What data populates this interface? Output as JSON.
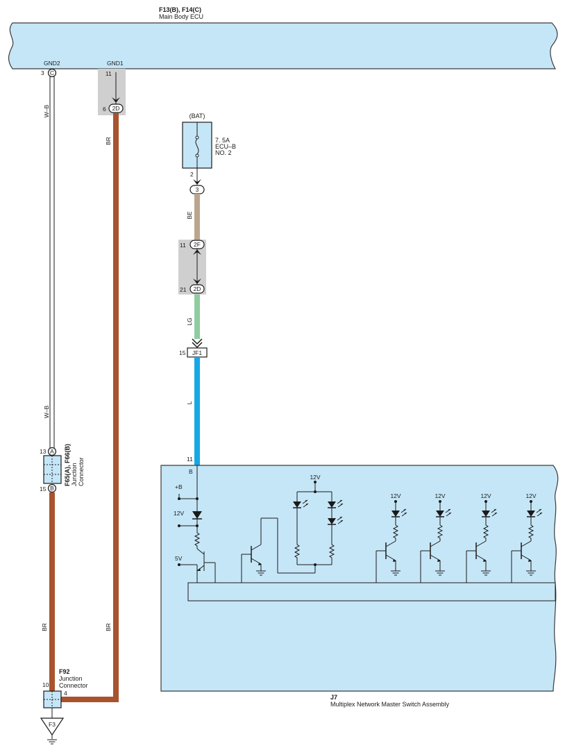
{
  "ecu_top": {
    "title": "F13(B), F14(C)",
    "subtitle": "Main Body ECU",
    "gnd2": "GND2",
    "gnd1": "GND1",
    "pin_gnd2": "3",
    "conn_gnd2": "C",
    "pin_gnd1": "11"
  },
  "conn_2d_left": {
    "pin": "6",
    "name": "2D"
  },
  "fuse": {
    "source": "(BAT)",
    "rating": "7. 5A",
    "name1": "ECU–B",
    "name2": "NO. 2",
    "pin": "2"
  },
  "conn_3": {
    "name": "3"
  },
  "conn_2f": {
    "pin": "11",
    "name": "2F"
  },
  "conn_2d_mid": {
    "pin": "21",
    "name": "2D"
  },
  "jf1": {
    "pin": "15",
    "name": "JF1"
  },
  "wires": {
    "wb_upper": "W–B",
    "wb_lower": "W–B",
    "br_upper": "BR",
    "br_left_lower": "BR",
    "br_right_lower": "BR",
    "be": "BE",
    "lg": "LG",
    "l": "L",
    "colors": {
      "br": "#a9532e",
      "be": "#bca58d",
      "lg": "#8fcca0",
      "l": "#16a8e6",
      "wb": "#ffffff",
      "ecu": "#c5e6f7"
    }
  },
  "junction_f65": {
    "title": "F65(A), F66(B)",
    "line1": "Junction",
    "line2": "Connector",
    "pin_a": "13",
    "conn_a": "A",
    "pin_b": "15",
    "conn_b": "B"
  },
  "junction_f92": {
    "title": "F92",
    "line1": "Junction",
    "line2": "Connector",
    "pin_left": "10",
    "pin_right": "4"
  },
  "ground": {
    "name": "F3"
  },
  "j7": {
    "title": "J7",
    "subtitle": "Multiplex Network Master Switch Assembly",
    "pin": "11",
    "conn": "B",
    "plus_b": "+B",
    "v12_a": "12V",
    "v5": "5V",
    "v12_b": "12V",
    "v12_1": "12V",
    "v12_2": "12V",
    "v12_3": "12V",
    "v12_4": "12V"
  }
}
